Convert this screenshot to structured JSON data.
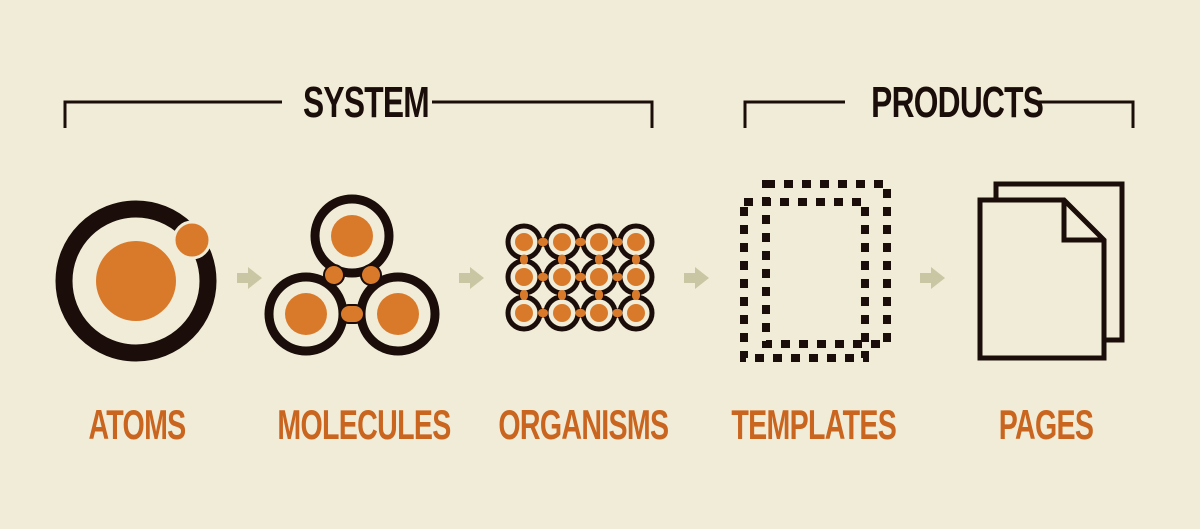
{
  "groups": [
    {
      "label": "SYSTEM"
    },
    {
      "label": "PRODUCTS"
    }
  ],
  "stages": [
    {
      "label": "ATOMS",
      "icon": "atom-icon"
    },
    {
      "label": "MOLECULES",
      "icon": "molecule-icon"
    },
    {
      "label": "ORGANISMS",
      "icon": "organism-icon"
    },
    {
      "label": "TEMPLATES",
      "icon": "template-icon"
    },
    {
      "label": "PAGES",
      "icon": "pages-icon"
    }
  ],
  "colors": {
    "background": "#f1ecd7",
    "ink": "#1a0d0a",
    "accent": "#d97a2b",
    "label": "#c9651e",
    "arrow": "#c9c7a3"
  }
}
